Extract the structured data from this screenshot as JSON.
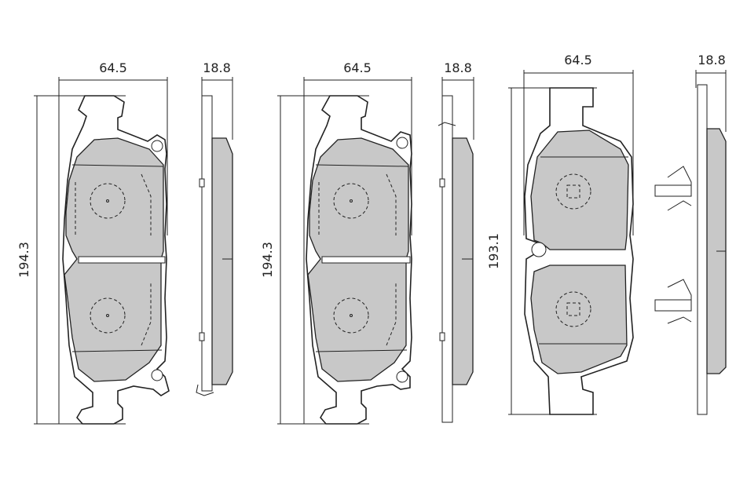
{
  "views": [
    {
      "id": "pad-a",
      "width_label": "64.5",
      "height_label": "194.3",
      "thickness_label": "18.8"
    },
    {
      "id": "pad-b",
      "width_label": "64.5",
      "height_label": "194.3",
      "thickness_label": "18.8"
    },
    {
      "id": "pad-c",
      "width_label": "64.5",
      "height_label": "193.1",
      "thickness_label": "18.8"
    }
  ],
  "colors": {
    "line": "#222222",
    "friction_fill": "#c8c8c8",
    "background": "#ffffff"
  }
}
